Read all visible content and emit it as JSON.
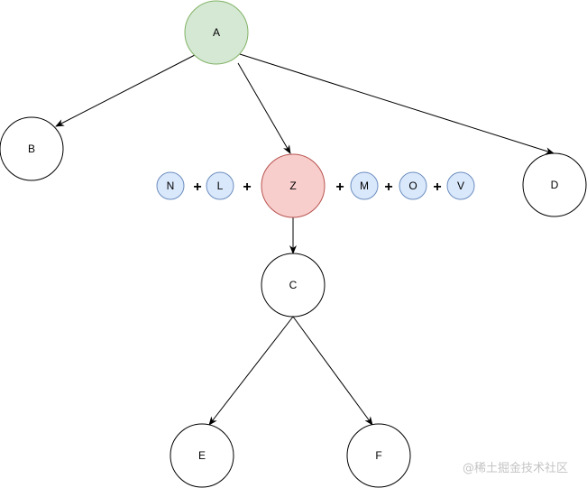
{
  "diagram": {
    "nodes": {
      "A": {
        "label": "A",
        "fill": "#d5e8d4",
        "stroke": "#82b366"
      },
      "B": {
        "label": "B",
        "fill": "#ffffff",
        "stroke": "#000000"
      },
      "Z": {
        "label": "Z",
        "fill": "#f8cecc",
        "stroke": "#b85450"
      },
      "D": {
        "label": "D",
        "fill": "#ffffff",
        "stroke": "#000000"
      },
      "C": {
        "label": "C",
        "fill": "#ffffff",
        "stroke": "#000000"
      },
      "E": {
        "label": "E",
        "fill": "#ffffff",
        "stroke": "#000000"
      },
      "F": {
        "label": "F",
        "fill": "#ffffff",
        "stroke": "#000000"
      }
    },
    "small_nodes": {
      "N": {
        "label": "N",
        "fill": "#dae8fc",
        "stroke": "#6c8ebf"
      },
      "L": {
        "label": "L",
        "fill": "#dae8fc",
        "stroke": "#6c8ebf"
      },
      "M": {
        "label": "M",
        "fill": "#dae8fc",
        "stroke": "#6c8ebf"
      },
      "O": {
        "label": "O",
        "fill": "#dae8fc",
        "stroke": "#6c8ebf"
      },
      "V": {
        "label": "V",
        "fill": "#dae8fc",
        "stroke": "#6c8ebf"
      }
    },
    "plus_signs": [
      "+",
      "+",
      "+",
      "+"
    ],
    "edges": [
      {
        "from": "A",
        "to": "B"
      },
      {
        "from": "A",
        "to": "Z"
      },
      {
        "from": "A",
        "to": "D"
      },
      {
        "from": "Z",
        "to": "C"
      },
      {
        "from": "C",
        "to": "E"
      },
      {
        "from": "C",
        "to": "F"
      }
    ]
  },
  "watermark": {
    "text": "@稀土掘金技术社区"
  }
}
